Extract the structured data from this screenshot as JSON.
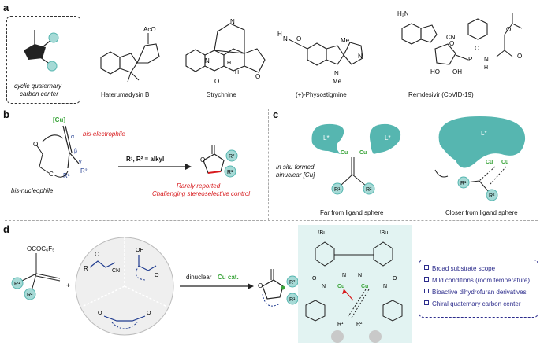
{
  "panel_a": {
    "letter": "a",
    "inset_label_line1": "cyclic quaternary",
    "inset_label_line2": "carbon center",
    "compounds": [
      "Haterumadysin B",
      "Strychnine",
      "(+)-Physostigmine",
      "Remdesivir (CoVID-19)"
    ]
  },
  "panel_b": {
    "letter": "b",
    "cu_label": "[Cu]",
    "bis_electrophile": "bis-electrophile",
    "bis_nucleophile": "bis-nucleophile",
    "condition": "R¹, R² = alkyl",
    "note_line1": "Rarely reported",
    "note_line2": "Challenging stereoselective control"
  },
  "panel_c": {
    "letter": "c",
    "insitu_line1": "In situ formed",
    "insitu_line2": "binuclear [Cu]",
    "left_caption": "Far from ligand sphere",
    "right_caption": "Closer from ligand sphere"
  },
  "panel_d": {
    "letter": "d",
    "substrate_label": "OCOC₆F₅",
    "arrow_label_prefix": "dinuclear",
    "arrow_label_cat": "Cu cat.",
    "features": [
      "Broad substrate scope",
      "Mild conditions (room temperature)",
      "Bioactive dihydrofuran derivatives",
      "Chiral quaternary carbon center"
    ]
  },
  "colors": {
    "teal": "#56b6b0",
    "light_teal": "#a6dad6",
    "red": "#d7191c",
    "green": "#3aa43a",
    "navy": "#1f3b8f"
  }
}
